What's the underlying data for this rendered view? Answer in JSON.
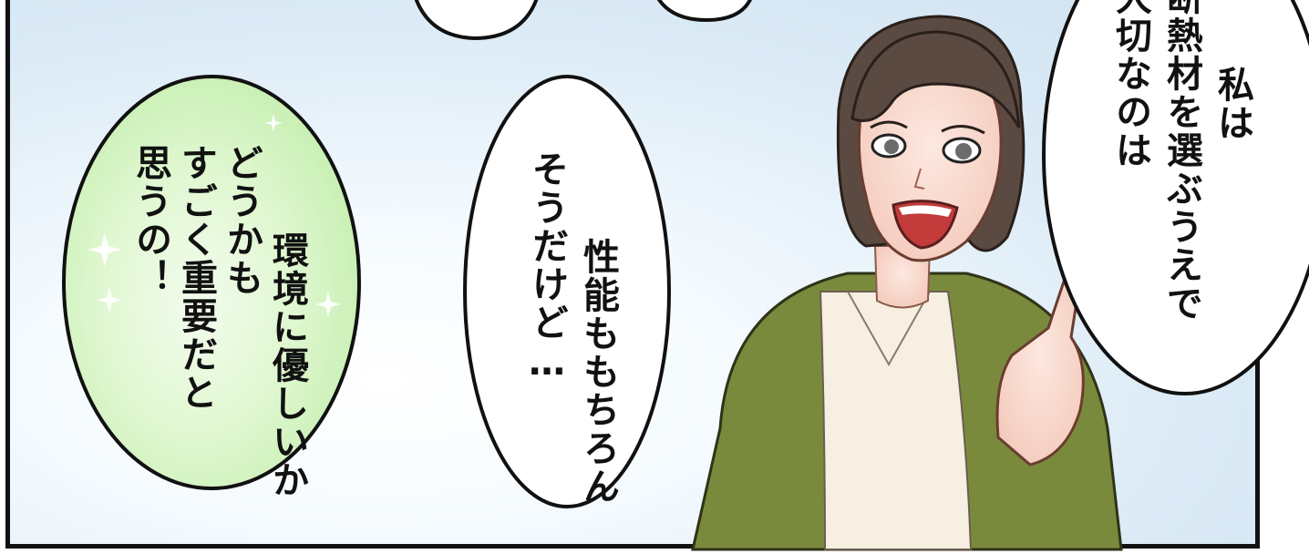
{
  "bubbles": {
    "green": {
      "lines": [
        "環境に優しいか",
        "どうかも",
        "すごく重要だと",
        "思うの！"
      ],
      "color": "#d8f5c8"
    },
    "middle": {
      "lines": [
        "性能ももちろん",
        "そうだけど…"
      ]
    },
    "right": {
      "lines": [
        "私は",
        "断熱材を選ぶうえで",
        "大切なのは"
      ]
    }
  },
  "character": {
    "jacket_color": "#7a8a3c",
    "hair_color": "#5a4a42",
    "shirt_color": "#f6efe2"
  }
}
